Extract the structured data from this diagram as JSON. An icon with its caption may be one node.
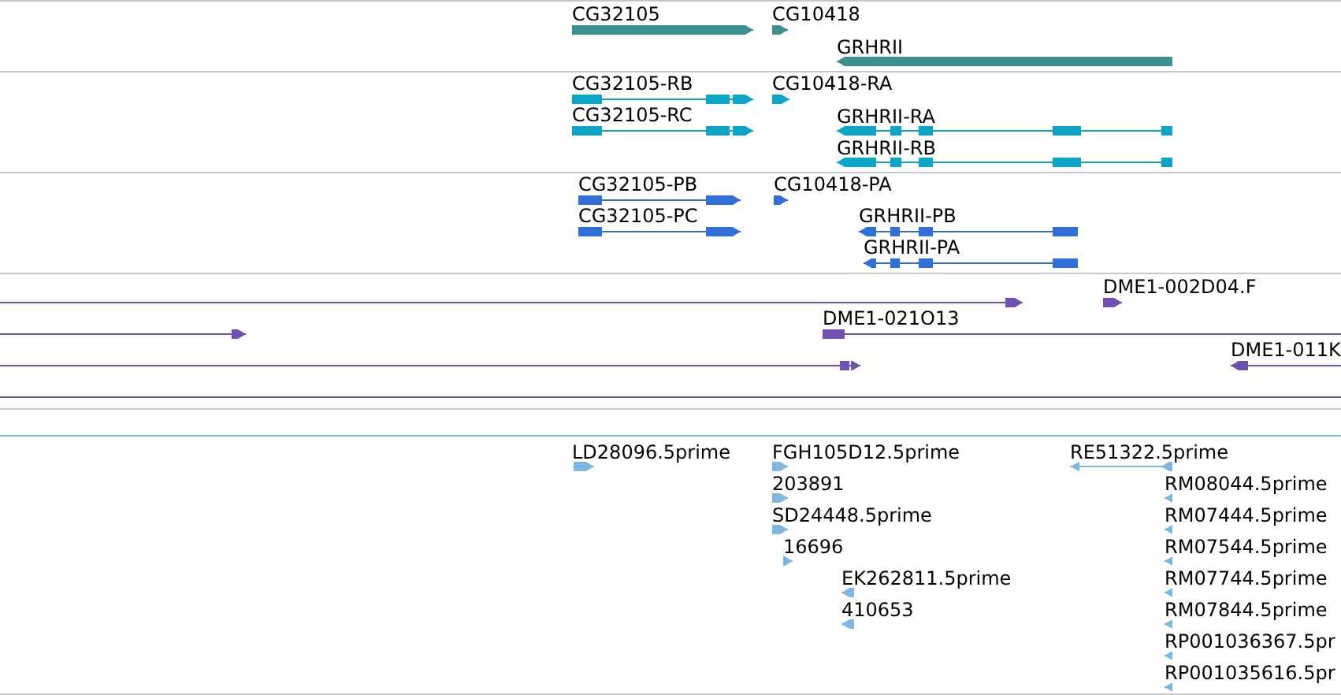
{
  "diagram": {
    "nodes": [
      {
        "text": [
          "CG32105"
        ]
      },
      {
        "text": [
          "CG10418"
        ]
      },
      {
        "text": [
          "GRHRII"
        ]
      },
      {
        "text": [
          "CG32105-RB"
        ]
      },
      {
        "text": [
          "CG10418-RA"
        ]
      },
      {
        "text": [
          "CG32105-RC"
        ]
      },
      {
        "text": [
          "GRHRII-RA"
        ]
      },
      {
        "text": [
          "GRHRII-RB"
        ]
      },
      {
        "text": [
          "CG32105-PB"
        ]
      },
      {
        "text": [
          "CG10418-PA"
        ]
      },
      {
        "text": [
          "CG32105-PC"
        ]
      },
      {
        "text": [
          "GRHRII-PB"
        ]
      },
      {
        "text": [
          "GRHRII-PA"
        ]
      },
      {
        "text": [
          "DME1-002D04.F"
        ]
      },
      {
        "text": [],
        "shape": "bar"
      },
      {
        "text": [
          "DME1-021O13"
        ]
      },
      {
        "text": [],
        "shape": "bar"
      },
      {
        "text": [
          "DME1-011K"
        ]
      },
      {
        "text": [],
        "shape": "bar"
      },
      {
        "text": [],
        "shape": "bar"
      },
      {
        "text": [
          "LD28096.5prime"
        ]
      },
      {
        "text": [
          "FGH105D12.5prime"
        ]
      },
      {
        "text": [
          "RE51322.5prime"
        ]
      },
      {
        "text": [
          "203891"
        ]
      },
      {
        "text": [
          "RM08044.5prime"
        ]
      },
      {
        "text": [
          "SD24448.5prime"
        ]
      },
      {
        "text": [
          "RM07444.5prime"
        ]
      },
      {
        "text": [
          "16696"
        ]
      },
      {
        "text": [
          "RM07544.5prime"
        ]
      },
      {
        "text": [
          "EK262811.5prime"
        ]
      },
      {
        "text": [
          "RM07744.5prime"
        ]
      },
      {
        "text": [
          "410653"
        ]
      },
      {
        "text": [
          "RM07844.5prime"
        ]
      },
      {
        "text": [
          "RP001036367.5pr"
        ]
      },
      {
        "text": [
          "RP001035616.5pr"
        ]
      }
    ]
  }
}
